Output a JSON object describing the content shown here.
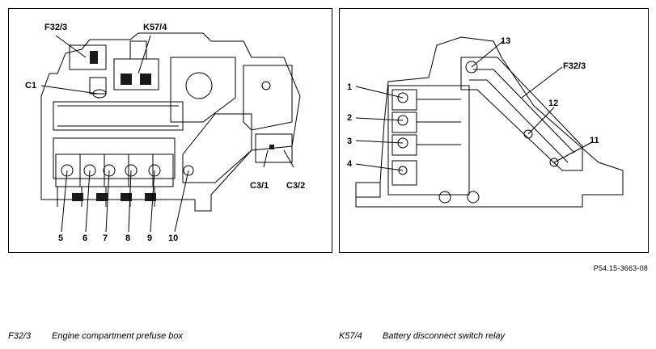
{
  "left_diagram": {
    "labels": {
      "f32_3": "F32/3",
      "k57_4": "K57/4",
      "c1": "C1",
      "c3_1": "C3/1",
      "c3_2": "C3/2",
      "n5": "5",
      "n6": "6",
      "n7": "7",
      "n8": "8",
      "n9": "9",
      "n10": "10"
    }
  },
  "right_diagram": {
    "labels": {
      "n1": "1",
      "n2": "2",
      "n3": "3",
      "n4": "4",
      "n11": "11",
      "n12": "12",
      "n13": "13",
      "f32_3": "F32/3"
    }
  },
  "figure_ref": "P54.15-3663-08",
  "legend": [
    {
      "code": "F32/3",
      "description": "Engine compartment prefuse box"
    },
    {
      "code": "K57/4",
      "description": "Battery disconnect switch relay"
    }
  ]
}
